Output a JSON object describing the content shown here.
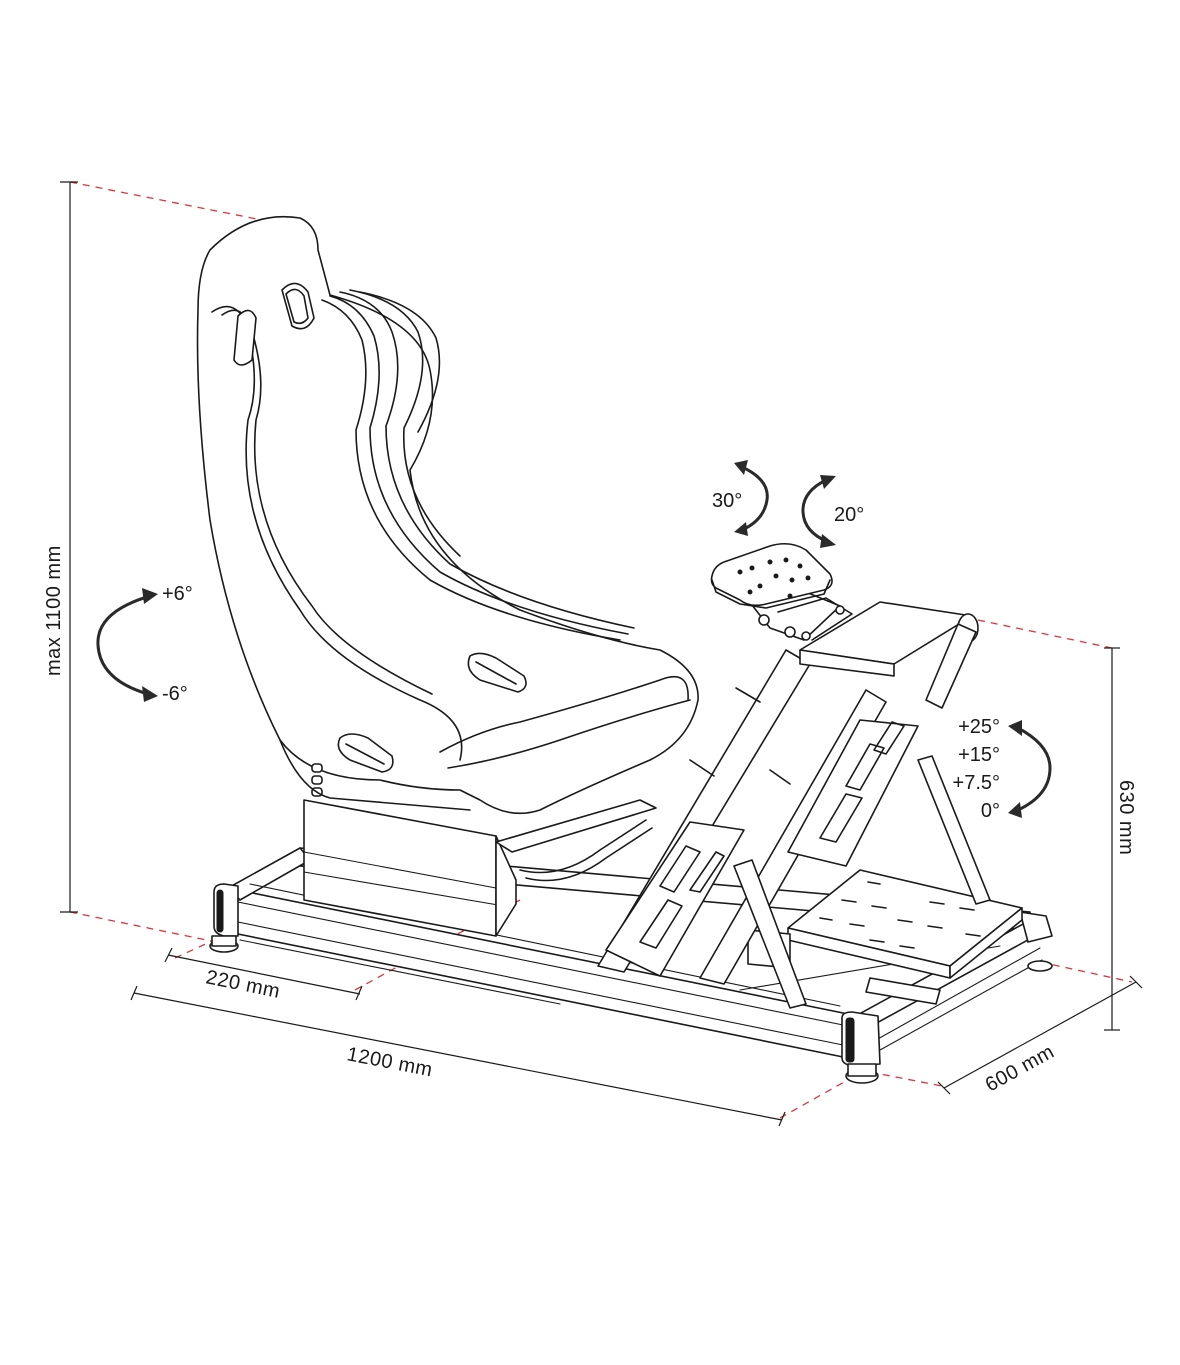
{
  "dimensions": {
    "max_height": "max 1100 mm",
    "length": "1200 mm",
    "seat_slide": "220 mm",
    "width": "600 mm",
    "wheel_height": "630 mm"
  },
  "seat_tilt": {
    "plus": "+6°",
    "minus": "-6°"
  },
  "wheel_plate": {
    "angle_a": "30°",
    "angle_b": "20°"
  },
  "pedal_angle": {
    "a": "+25°",
    "b": "+15°",
    "c": "+7.5°",
    "d": "0°"
  },
  "colors": {
    "line": "#1a1a1a",
    "dimension_dash": "#d9363e",
    "background": "#ffffff"
  }
}
